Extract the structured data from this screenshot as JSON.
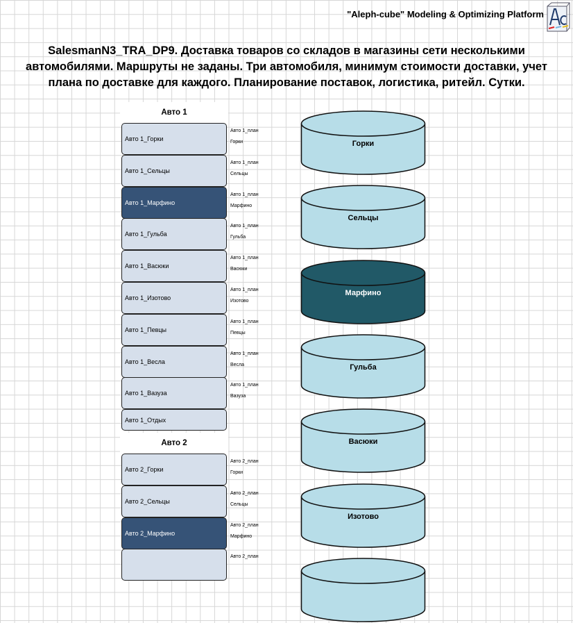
{
  "header": {
    "brand": "\"Aleph-cube\" Modeling & Optimizing Platform",
    "logo_text": "Ac"
  },
  "title": [
    "SalesmanN3_TRA_DP9. Доставка товаров со складов в магазины сети несколькими",
    "автомобилями. Маршруты не заданы. Три автомобиля, минимум стоимости доставки, учет",
    "плана по доставке для каждого. Планирование поставок, логистика, ритейл. Сутки."
  ],
  "groups": [
    {
      "header": "Авто 1",
      "items": [
        {
          "label": "Авто 1_Горки",
          "plan1": "Авто 1_план",
          "plan2": "Горки"
        },
        {
          "label": "Авто 1_Сельцы",
          "plan1": "Авто 1_план",
          "plan2": "Сельцы"
        },
        {
          "label": "Авто 1_Марфино",
          "plan1": "Авто 1_план",
          "plan2": "Марфино",
          "selected": true
        },
        {
          "label": "Авто 1_Гульба",
          "plan1": "Авто 1_план",
          "plan2": "Гульба"
        },
        {
          "label": "Авто 1_Васюки",
          "plan1": "Авто 1_план",
          "plan2": "Васюки"
        },
        {
          "label": "Авто 1_Изотово",
          "plan1": "Авто 1_план",
          "plan2": "Изотово"
        },
        {
          "label": "Авто 1_Певцы",
          "plan1": "Авто 1_план",
          "plan2": "Певцы"
        },
        {
          "label": "Авто 1_Весла",
          "plan1": "Авто 1_план",
          "plan2": "Весла"
        },
        {
          "label": "Авто 1_Вазуза",
          "plan1": "Авто 1_план",
          "plan2": "Вазуза"
        },
        {
          "label": "Авто 1_Отдых"
        }
      ]
    },
    {
      "header": "Авто 2",
      "items": [
        {
          "label": "Авто 2_Горки",
          "plan1": "Авто 2_план",
          "plan2": "Горки"
        },
        {
          "label": "Авто 2_Сельцы",
          "plan1": "Авто 2_план",
          "plan2": "Сельцы"
        },
        {
          "label": "Авто 2_Марфино",
          "plan1": "Авто 2_план",
          "plan2": "Марфино",
          "selected": true
        },
        {
          "label": "",
          "plan1": "Авто 2_план"
        }
      ]
    }
  ],
  "stores": [
    {
      "name": "Горки"
    },
    {
      "name": "Сельцы"
    },
    {
      "name": "Марфино",
      "selected": true
    },
    {
      "name": "Гульба"
    },
    {
      "name": "Васюки"
    },
    {
      "name": "Изотово"
    },
    {
      "name": ""
    }
  ],
  "colors": {
    "box": "#d6dfeb",
    "box_selected": "#365377",
    "cyl": "#b7dde8",
    "cyl_selected": "#215967"
  }
}
